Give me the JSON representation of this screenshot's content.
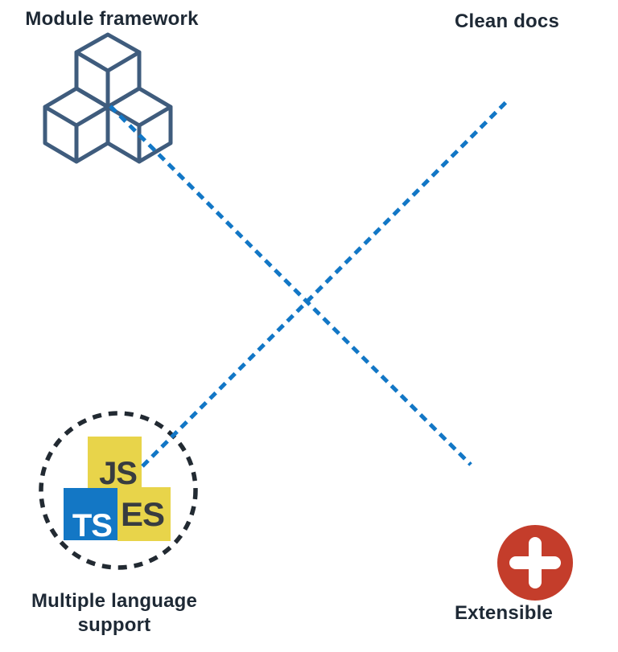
{
  "diagram": {
    "background_color": "#ffffff",
    "text_color": "#1e2935",
    "connectors": {
      "color": "#1277c6",
      "style": "dashed",
      "description": "two dashed lines crossing in an X between the four corner features"
    },
    "nodes": {
      "module_framework": {
        "label": "Module framework",
        "icon": "cubes-icon",
        "icon_color": "#3f5c7d"
      },
      "clean_docs": {
        "label": "Clean docs"
      },
      "multiple_language_support": {
        "label": "Multiple language support",
        "icon": "language-blocks-icon",
        "ring_color": "#222a32",
        "blocks": {
          "js": {
            "text": "JS",
            "bg": "#e8d44a",
            "fg": "#383c40"
          },
          "ts": {
            "text": "TS",
            "bg": "#1377c5",
            "fg": "#ffffff"
          },
          "es": {
            "text": "ES",
            "bg": "#e8d44a",
            "fg": "#383c40"
          }
        }
      },
      "extensible": {
        "label": "Extensible",
        "icon": "plus-circle-icon",
        "icon_color": "#c43d2b",
        "plus_color": "#ffffff"
      }
    }
  }
}
